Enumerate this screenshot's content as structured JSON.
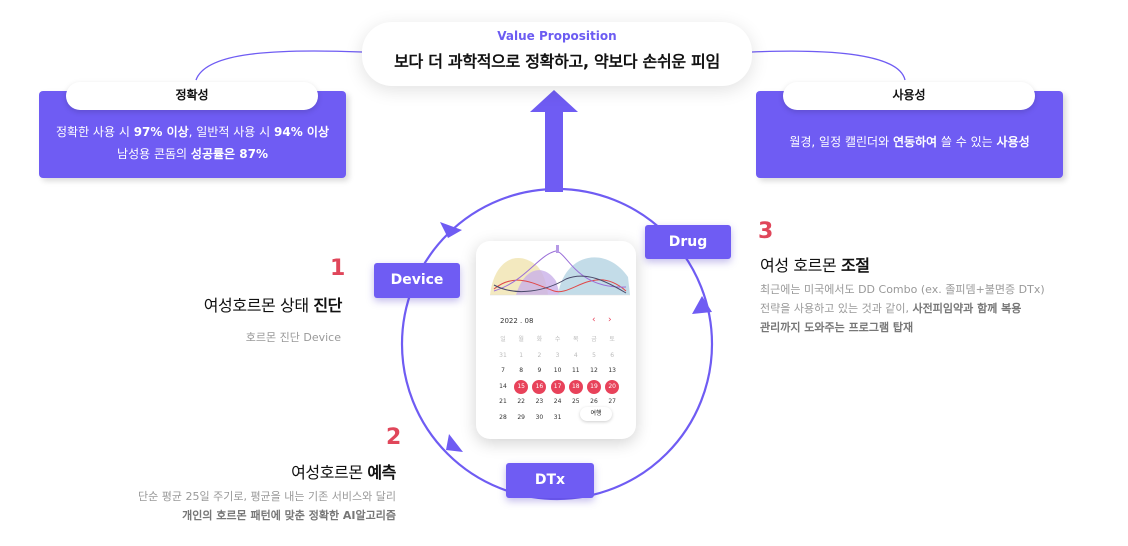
{
  "value_proposition": {
    "label": "Value Proposition",
    "title": "보다 더 과학적으로 정확하고, 약보다 손쉬운 피임"
  },
  "accuracy_box": {
    "pill": "정확성",
    "line1_a": "정확한 사용 시 ",
    "line1_b": "97% 이상",
    "line1_c": ", 일반적 사용 시 ",
    "line1_d": "94% 이상",
    "line2_a": "남성용 콘돔의 ",
    "line2_b": "성공률은 87%"
  },
  "usability_box": {
    "pill": "사용성",
    "line1_a": "월경, 일정 캘린더와 ",
    "line1_b": "연동하여",
    "line1_c": " 쓸 수 있는 ",
    "line1_d": "사용성"
  },
  "tags": {
    "device": "Device",
    "drug": "Drug",
    "dtx": "DTx"
  },
  "step1": {
    "number": "1",
    "heading_a": "여성호르몬 상태 ",
    "heading_b": "진단",
    "desc": "호르몬 진단 Device"
  },
  "step2": {
    "number": "2",
    "heading_a": "여성호르몬 ",
    "heading_b": "예측",
    "desc_line1": "단순 평균 25일 주기로, 평균을 내는 기존 서비스와 달리",
    "desc_line2": "개인의 호르몬 패턴에 맞춘 정확한 AI알고리즘"
  },
  "step3": {
    "number": "3",
    "heading_a": "여성 호르몬 ",
    "heading_b": "조절",
    "desc_line1": "최근에는 미국에서도 DD Combo (ex. 졸피뎀+불면증 DTx)",
    "desc_line2_a": "전략을 사용하고 있는 것과 같이, ",
    "desc_line2_b": "사전피임약과 함께 복용",
    "desc_line3": "관리까지 도와주는 프로그램 탑재"
  },
  "phone": {
    "month": "2022 . 08",
    "prev": "‹",
    "next": "›",
    "weekdays": [
      "일",
      "월",
      "화",
      "수",
      "목",
      "금",
      "토"
    ],
    "weeks": [
      [
        "31",
        "1",
        "2",
        "3",
        "4",
        "5",
        "6"
      ],
      [
        "7",
        "8",
        "9",
        "10",
        "11",
        "12",
        "13"
      ],
      [
        "14",
        "15",
        "16",
        "17",
        "18",
        "19",
        "20"
      ],
      [
        "21",
        "22",
        "23",
        "24",
        "25",
        "26",
        "27"
      ],
      [
        "28",
        "29",
        "30",
        "31",
        "",
        "",
        ""
      ]
    ],
    "today_button": "여행"
  },
  "colors": {
    "accent": "#6f5cf3",
    "number": "#e0465a",
    "label": "#6c5cf2"
  }
}
